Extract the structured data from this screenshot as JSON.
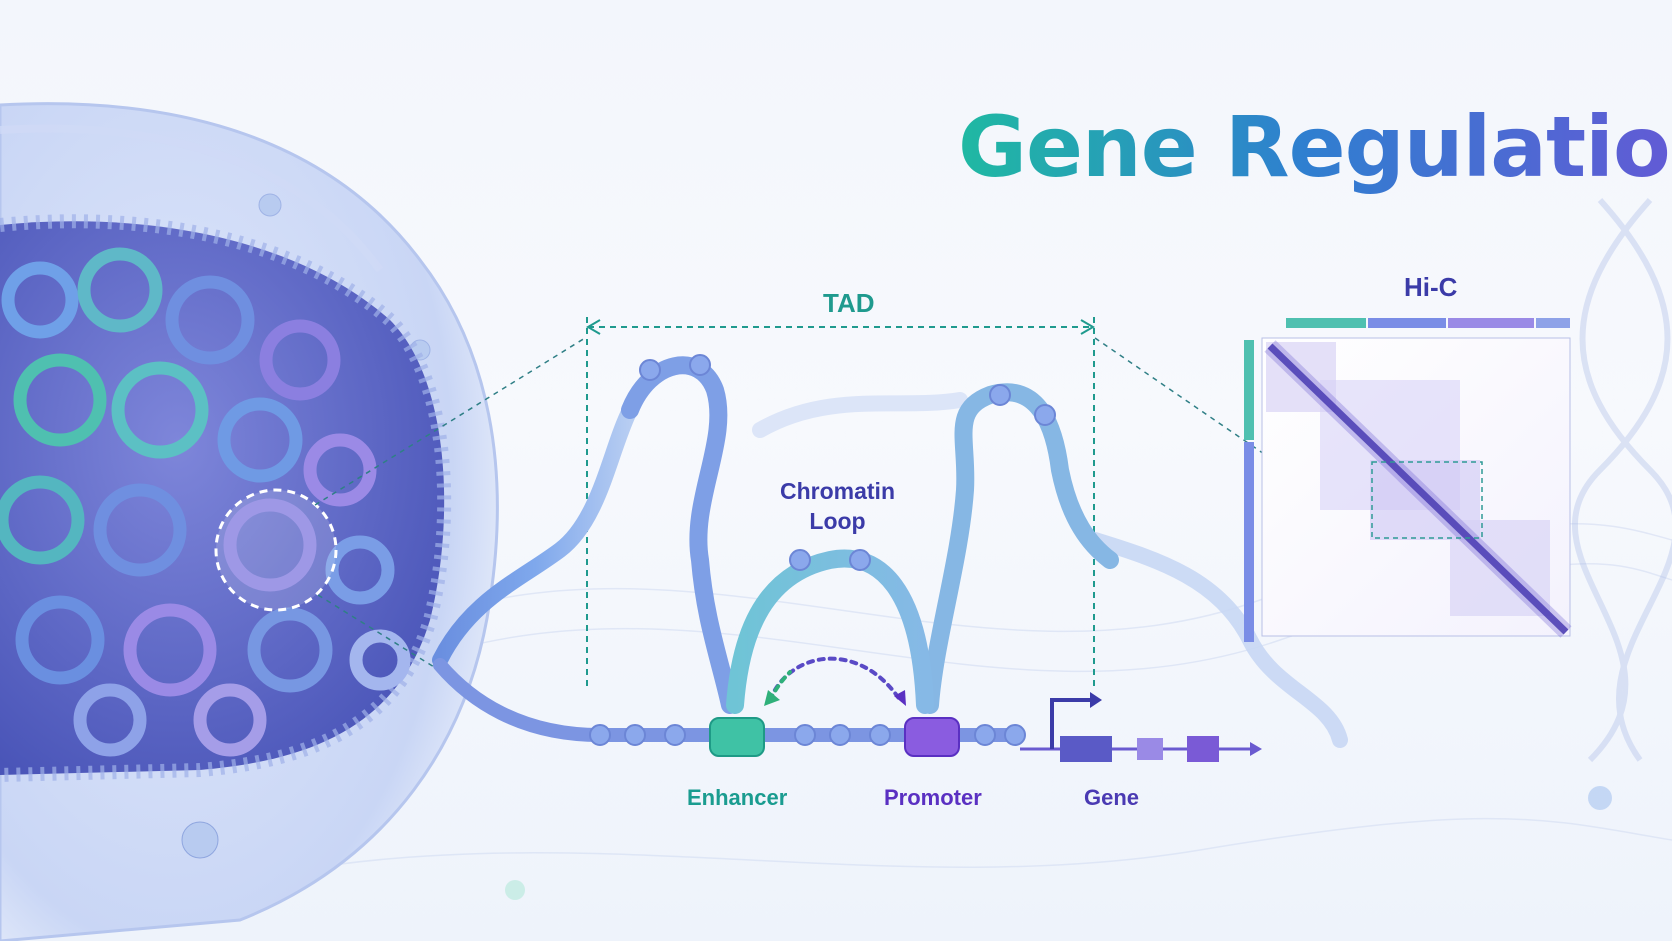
{
  "title": "Gene Regulation",
  "labels": {
    "tad": "TAD",
    "chromatin_loop": [
      "Chromatin",
      "Loop"
    ],
    "hic": "Hi-C",
    "enhancer": "Enhancer",
    "promoter": "Promoter",
    "gene": "Gene"
  },
  "colors": {
    "teal": "#22b3a0",
    "blue": "#4f7fd8",
    "indigo": "#3b3ba8",
    "purple": "#7b4fd6",
    "chromatin_light": "#a9c3ef"
  },
  "icons": {
    "nucleus": "cell-nucleus-illustration",
    "dna": "dna-helix-illustration",
    "tss": "transcription-start-arrow"
  }
}
